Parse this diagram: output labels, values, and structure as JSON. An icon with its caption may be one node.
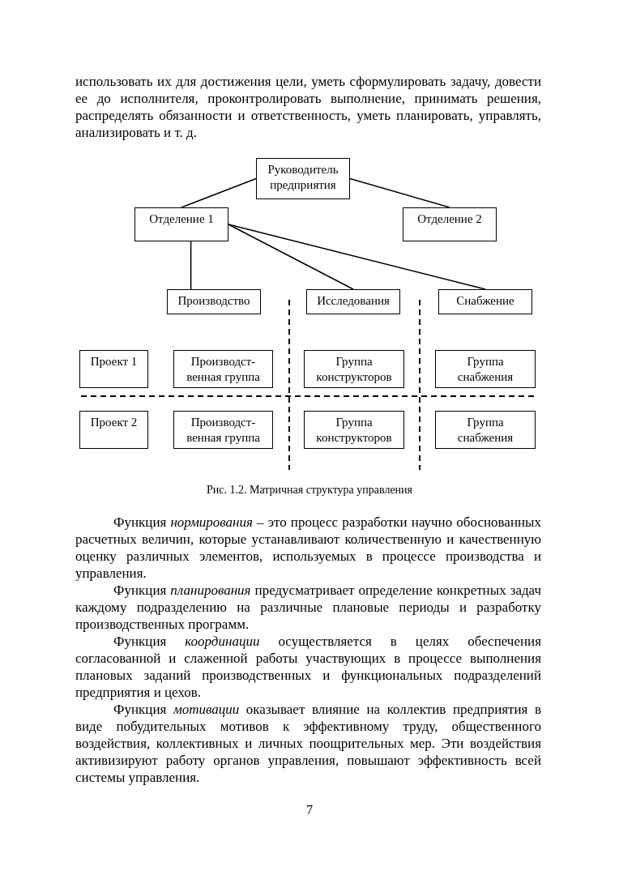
{
  "diagram": {
    "caption": "Рис. 1.2. Матричная структура управления",
    "nodes": [
      {
        "text": [
          "Руководитель предприятия"
        ]
      },
      {
        "text": [
          "Отделение 1"
        ]
      },
      {
        "text": [
          "Отделение 2"
        ]
      },
      {
        "text": [
          "Производство"
        ]
      },
      {
        "text": [
          "Исследования"
        ]
      },
      {
        "text": [
          "Снабжение"
        ]
      },
      {
        "text": [
          "Проект 1"
        ]
      },
      {
        "text": [
          "Производст-венная группа"
        ]
      },
      {
        "text": [
          "Группа конструкторов"
        ]
      },
      {
        "text": [
          "Группа снабжения"
        ]
      },
      {
        "text": [
          "Проект 2"
        ]
      },
      {
        "text": [
          "Производст-венная группа"
        ]
      },
      {
        "text": [
          "Группа конструкторов"
        ]
      },
      {
        "text": [
          "Группа снабжения"
        ]
      }
    ],
    "edges": [
      {
        "from": 0,
        "to": 1,
        "arrow": "none"
      },
      {
        "from": 0,
        "to": 2,
        "arrow": "none"
      },
      {
        "from": 1,
        "to": 3,
        "arrow": "none"
      },
      {
        "from": 1,
        "to": 4,
        "arrow": "none"
      },
      {
        "from": 1,
        "to": 5,
        "arrow": "none"
      }
    ],
    "labels": [
      "использовать их для достижения цели, уметь сформулировать задачу, довести ее до исполнителя, проконтролировать выполнение, принимать решения, распределять обязанности и ответственность, уметь планировать, управлять, анализировать и т. д.",
      "Функция *нормирования* – это процесс разработки научно обоснованных расчетных величин, которые устанавливают количественную и качественную оценку различных элементов, используемых в процессе производства и управления.",
      "Функция *планирования* предусматривает определение конкретных задач каждому подразделению на различные плановые периоды и разработку производственных программ.",
      "Функция *координации* осуществляется в целях обеспечения согласованной и слаженной работы участвующих в процессе выполнения плановых заданий производственных и функциональных подразделений предприятия и цехов.",
      "Функция *мотивации* оказывает влияние на коллектив предприятия в виде побудительных мотивов к эффективному труду, общественного воздействия, коллективных и личных поощрительных мер. Эти воздействия активизируют работу органов управления, повышают эффективность всей системы управления.",
      "7"
    ]
  }
}
